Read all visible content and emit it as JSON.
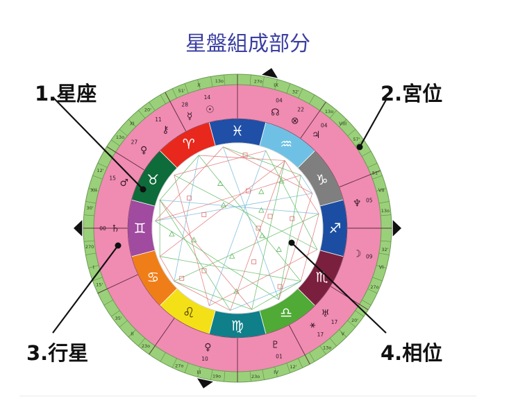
{
  "title": "星盤組成部分",
  "callouts": {
    "signs": "1.星座",
    "houses": "2.宮位",
    "planets": "3.行星",
    "aspects": "4.相位"
  },
  "colors": {
    "outer_ring": "#9bd07a",
    "house_ring": "#f08bb2",
    "title": "#3b3fa0",
    "callout": "#111111"
  },
  "sign_glyphs": [
    "♓",
    "♒",
    "♑",
    "♐",
    "♏",
    "♎",
    "♍",
    "♌",
    "♋",
    "♊",
    "♉",
    "♈"
  ],
  "sign_colors": [
    "#1f4fa6",
    "#6ec1e4",
    "#7f7f7f",
    "#1b4ea2",
    "#7b1f3e",
    "#4faa36",
    "#0f7f8a",
    "#f3e017",
    "#f07e18",
    "#a04aa0",
    "#0e6b3a",
    "#e8281c"
  ],
  "house_numerals": [
    "I",
    "II",
    "III",
    "IV",
    "V",
    "VI",
    "VII",
    "VIII",
    "IX",
    "X",
    "XI",
    "XII"
  ],
  "degree_labels": [
    "270",
    "30'",
    "12'",
    "13o",
    "20'",
    "51'",
    "13o",
    "27o",
    "32'",
    "13o",
    "57'",
    "51'",
    "13o",
    "32'",
    "27o",
    "20'",
    "13o",
    "12'",
    "23o",
    "19o",
    "27o",
    "23o",
    "35'",
    "15'"
  ],
  "planets": [
    {
      "glyph": "☉",
      "label": "14"
    },
    {
      "glyph": "☿",
      "label": "28"
    },
    {
      "glyph": "⚷",
      "label": "11"
    },
    {
      "glyph": "♀",
      "label": "27"
    },
    {
      "glyph": "♂",
      "label": "15"
    },
    {
      "glyph": "♄",
      "label": "00"
    },
    {
      "glyph": "☊",
      "label": "04"
    },
    {
      "glyph": "⊗",
      "label": "22"
    },
    {
      "glyph": "♃",
      "label": "04"
    },
    {
      "glyph": "♆",
      "label": "05"
    },
    {
      "glyph": "☽",
      "label": "09"
    },
    {
      "glyph": "♅",
      "label": "17"
    },
    {
      "glyph": "⚹",
      "label": "17"
    },
    {
      "glyph": "♇",
      "label": "01"
    },
    {
      "glyph": "♀",
      "label": "10"
    }
  ]
}
